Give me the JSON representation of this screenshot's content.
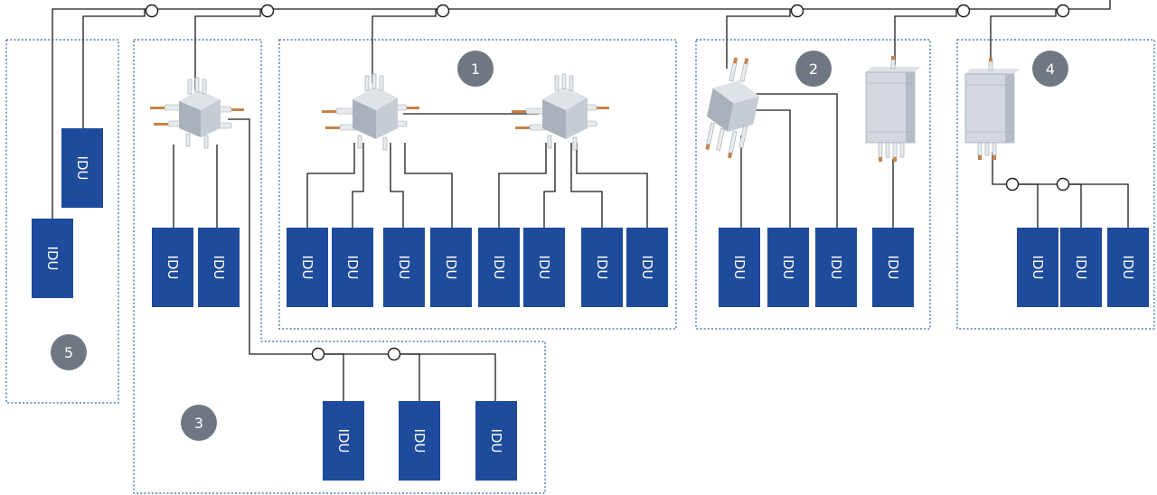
{
  "idu_label": "IDU",
  "zones": [
    {
      "badge": "1"
    },
    {
      "badge": "2"
    },
    {
      "badge": "3"
    },
    {
      "badge": "4"
    },
    {
      "badge": "5"
    }
  ],
  "counts": {
    "zone1_idu": 8,
    "zone2_idu": 4,
    "zone3_idu": 5,
    "zone4_idu": 3,
    "zone5_idu": 2
  },
  "colors": {
    "idu_fill": "#1e4b9b",
    "badge_fill": "#6f7782",
    "zone_border": "#2f5f9e",
    "pipe": "#1a1a1a"
  },
  "icons": [
    "branch-joint-icon",
    "refrigerant-header-icon"
  ]
}
